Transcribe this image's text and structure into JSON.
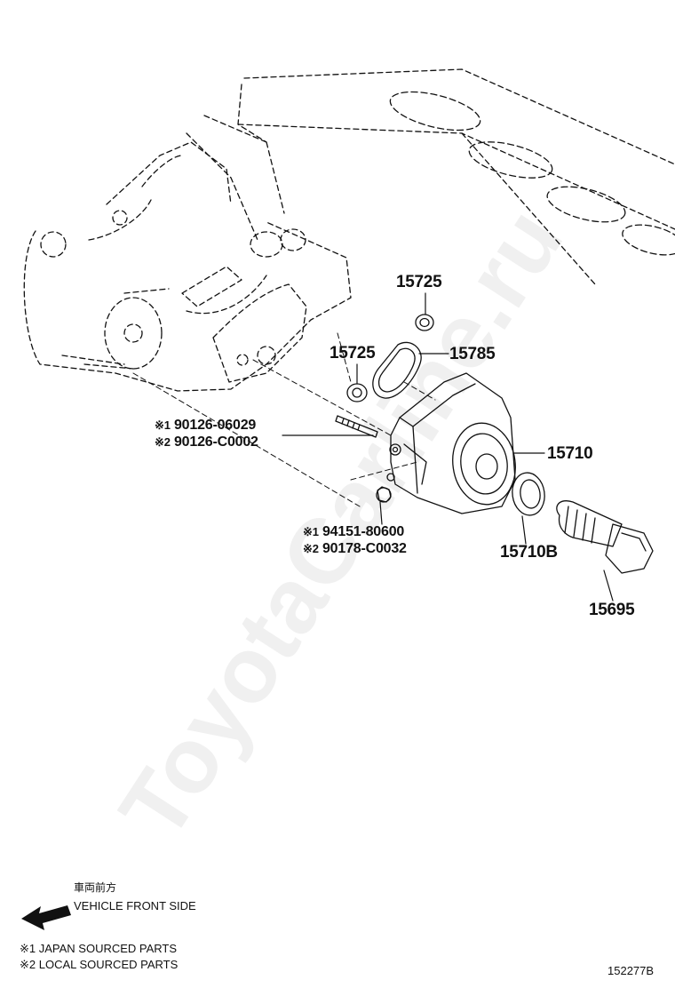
{
  "callouts": {
    "p15725_top": "15725",
    "p15725_left": "15725",
    "p15785": "15785",
    "p15710": "15710",
    "p15710b": "15710B",
    "p15695": "15695"
  },
  "alt_parts": {
    "stud": [
      {
        "mark": "※1",
        "number": "90126-06029"
      },
      {
        "mark": "※2",
        "number": "90126-C0002"
      }
    ],
    "nut": [
      {
        "mark": "※1",
        "number": "94151-80600"
      },
      {
        "mark": "※2",
        "number": "90178-C0032"
      }
    ]
  },
  "direction": {
    "japanese": "車両前方",
    "english": "VEHICLE FRONT SIDE"
  },
  "legend": [
    "※1 JAPAN SOURCED PARTS",
    "※2 LOCAL SOURCED PARTS"
  ],
  "diagram_id": "152277B",
  "watermark": "ToyotaCarline.ru",
  "colors": {
    "ink": "#111111",
    "watermark": "#e6e6e6"
  }
}
